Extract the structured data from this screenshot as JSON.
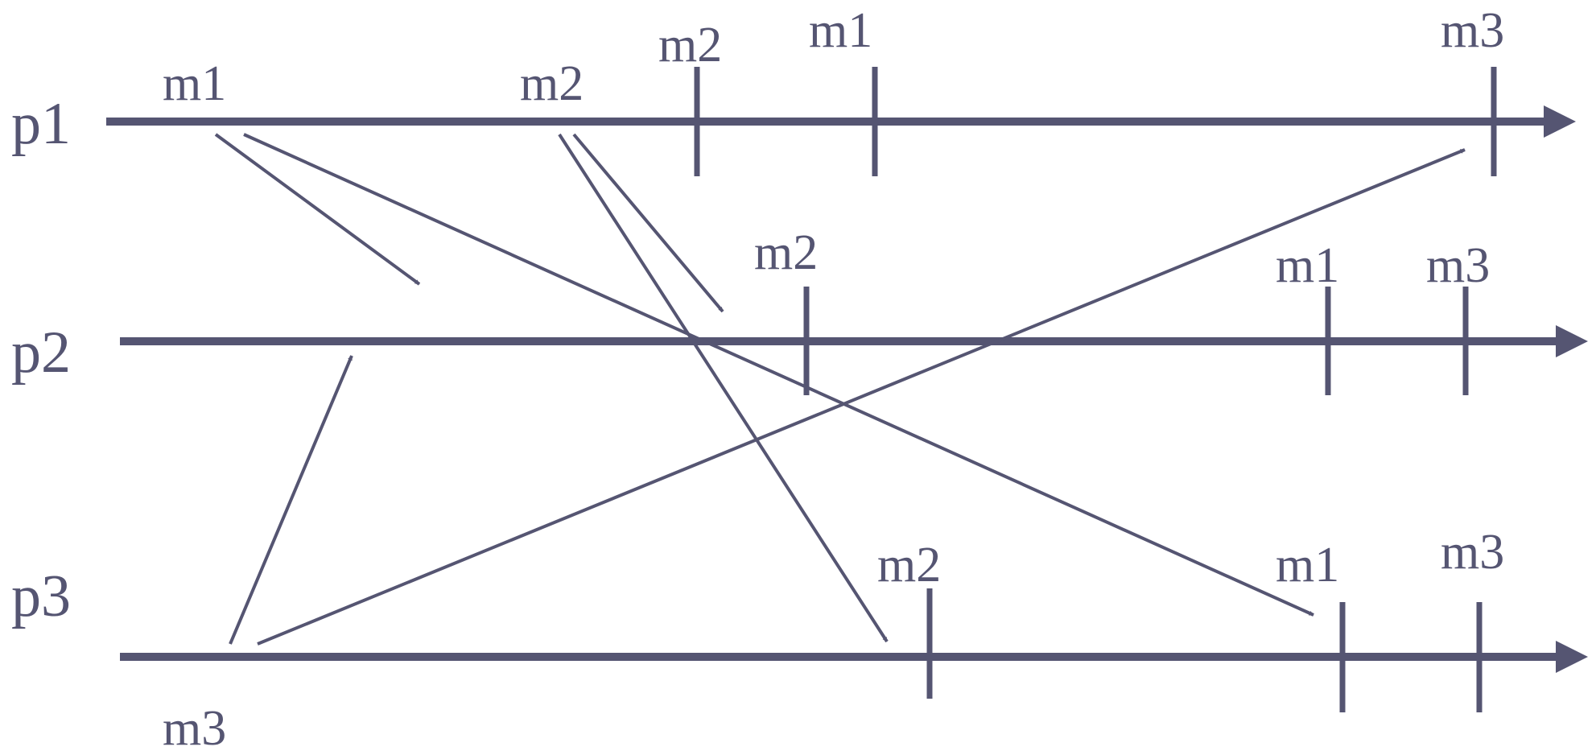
{
  "colors": {
    "ink": "#555572",
    "background": "#ffffff"
  },
  "processes": [
    {
      "id": "p1",
      "label": "p1"
    },
    {
      "id": "p2",
      "label": "p2"
    },
    {
      "id": "p3",
      "label": "p3"
    }
  ],
  "send_labels": [
    {
      "process": "p1",
      "label": "m1"
    },
    {
      "process": "p1",
      "label": "m2"
    },
    {
      "process": "p3",
      "label": "m3"
    }
  ],
  "receive_events": [
    {
      "process": "p1",
      "label": "m2"
    },
    {
      "process": "p1",
      "label": "m1"
    },
    {
      "process": "p1",
      "label": "m3"
    },
    {
      "process": "p2",
      "label": "m2"
    },
    {
      "process": "p2",
      "label": "m1"
    },
    {
      "process": "p2",
      "label": "m3"
    },
    {
      "process": "p3",
      "label": "m2"
    },
    {
      "process": "p3",
      "label": "m1"
    },
    {
      "process": "p3",
      "label": "m3"
    }
  ],
  "messages": [
    {
      "label": "m1",
      "from": "p1",
      "to": "p2"
    },
    {
      "label": "m1",
      "from": "p1",
      "to": "p3"
    },
    {
      "label": "m2",
      "from": "p1",
      "to": "p2"
    },
    {
      "label": "m2",
      "from": "p1",
      "to": "p3"
    },
    {
      "label": "m3",
      "from": "p3",
      "to": "p2"
    },
    {
      "label": "m3",
      "from": "p3",
      "to": "p1"
    }
  ]
}
